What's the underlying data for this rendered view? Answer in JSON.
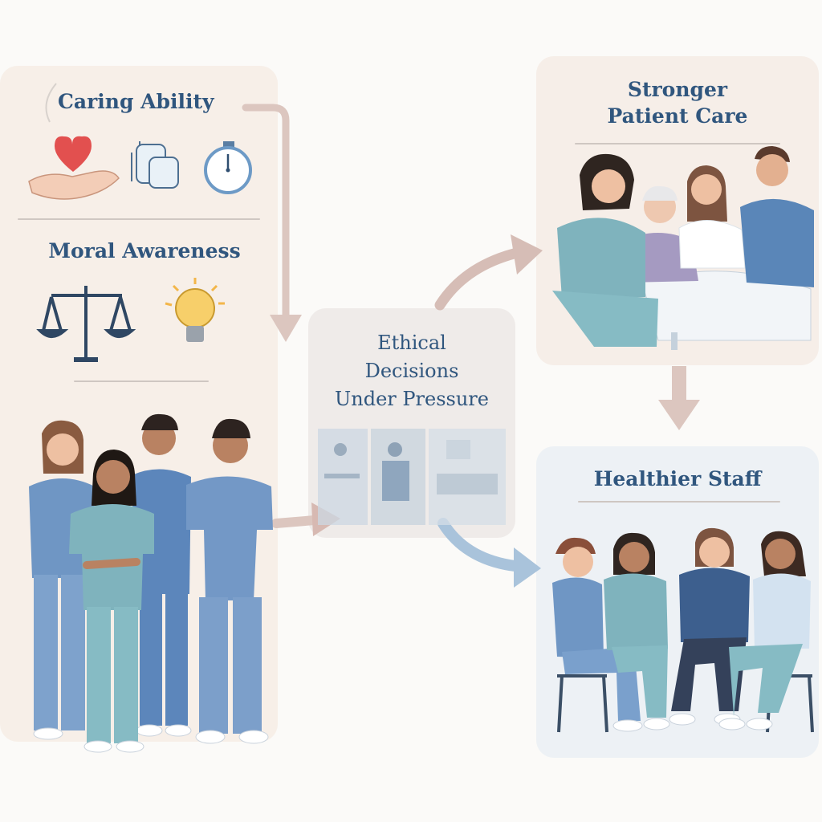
{
  "nodes": {
    "caring_ability": "Caring Ability",
    "moral_awareness": "Moral Awareness",
    "ethical_lines": [
      "Ethical",
      "Decisions",
      "Under Pressure"
    ],
    "stronger_lines": [
      "Stronger",
      "Patient Care"
    ],
    "healthier_staff": "Healthier Staff"
  },
  "icons": {
    "caring": [
      "heart-in-hand-icon",
      "hands-icon",
      "stopwatch-icon"
    ],
    "moral": [
      "scales-icon",
      "lightbulb-icon"
    ]
  },
  "colors": {
    "title": "#30567e",
    "arrow_warm": "#d9c2bb",
    "arrow_cool": "#9ebbd6",
    "scrubs_blue": "#6f96c4",
    "scrubs_teal": "#7fb3bd"
  }
}
